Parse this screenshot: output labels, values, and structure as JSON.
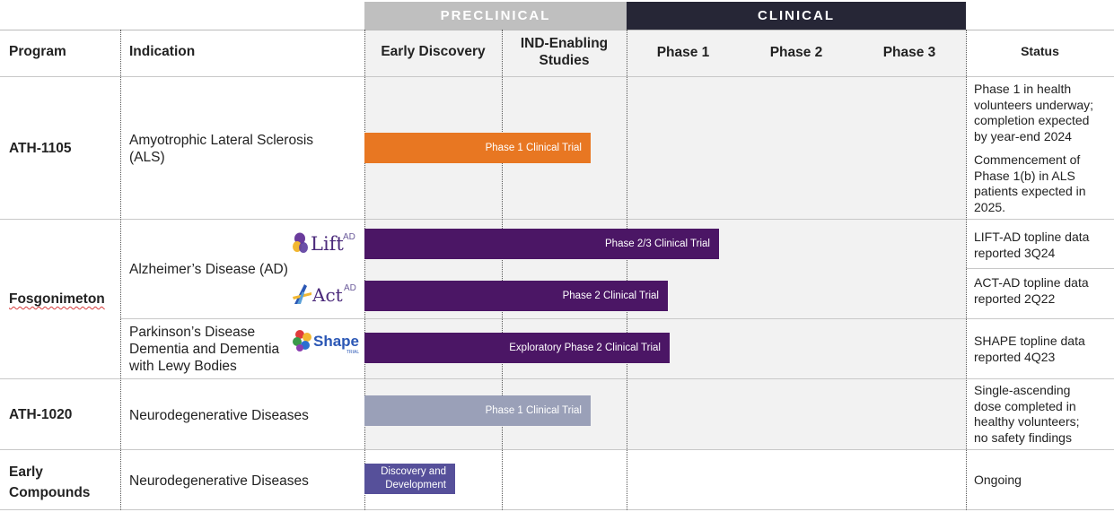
{
  "bands": {
    "preclinical": "PRECLINICAL",
    "clinical": "CLINICAL"
  },
  "headers": {
    "program": "Program",
    "indication": "Indication",
    "early_discovery": "Early Discovery",
    "ind_enabling_line1": "IND-Enabling",
    "ind_enabling_line2": "Studies",
    "phase1": "Phase 1",
    "phase2": "Phase 2",
    "phase3": "Phase 3",
    "status": "Status"
  },
  "rows": {
    "ath1105": {
      "program": "ATH-1105",
      "indication_line1": "Amyotrophic Lateral Sclerosis",
      "indication_line2": "(ALS)",
      "bar_label": "Phase 1 Clinical Trial",
      "bar_progress": 0.376,
      "status_a": [
        "Phase 1 in health",
        "volunteers underway;",
        "completion expected",
        "by year-end 2024"
      ],
      "status_b": [
        "Commencement of",
        "Phase 1(b) in ALS",
        "patients expected in",
        "2025."
      ]
    },
    "fosgonimeton": {
      "program": "Fosgonimeton",
      "indication_ad": "Alzheimer’s Disease (AD)",
      "lift_logo": "Lift",
      "lift_sup": "AD",
      "act_logo": "Act",
      "act_sup": "AD",
      "lift_bar_label": "Phase 2/3 Clinical Trial",
      "lift_bar_progress": 0.59,
      "act_bar_label": "Phase 2 Clinical Trial",
      "act_bar_progress": 0.505,
      "lift_status": [
        "LIFT-AD topline data",
        "reported 3Q24"
      ],
      "act_status": [
        "ACT-AD topline data",
        "reported 2Q22"
      ],
      "indication_pdd": [
        "Parkinson’s Disease",
        "Dementia and Dementia",
        "with Lewy Bodies"
      ],
      "shape_logo": "Shape",
      "shape_sub": "TRIAL",
      "shape_bar_label": "Exploratory Phase 2 Clinical Trial",
      "shape_bar_progress": 0.507,
      "shape_status": [
        "SHAPE topline data",
        "reported 4Q23"
      ]
    },
    "ath1020": {
      "program": "ATH-1020",
      "indication": "Neurodegenerative Diseases",
      "bar_label": "Phase 1 Clinical Trial",
      "bar_progress": 0.376,
      "status": [
        "Single-ascending",
        "dose completed in",
        "healthy volunteers;",
        "no safety findings"
      ]
    },
    "early": {
      "program_line1": "Early",
      "program_line2": "Compounds",
      "indication": "Neurodegenerative Diseases",
      "bar_label_line1": "Discovery and",
      "bar_label_line2": "Development",
      "bar_progress": 0.15,
      "status": "Ongoing"
    }
  },
  "colors": {
    "orange": "#e87722",
    "purple": "#4b1665",
    "lavender_gray": "#9aa0b8",
    "indigo": "#56509a",
    "clinical_band": "#262636",
    "preclinical_band": "#bfbfbf"
  }
}
